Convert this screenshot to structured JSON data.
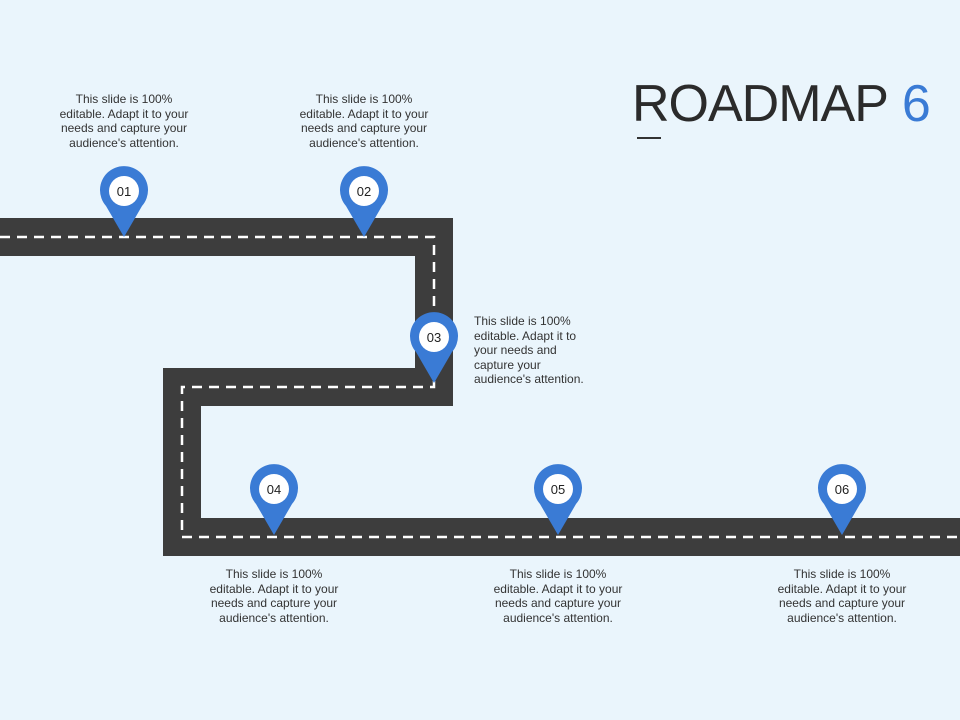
{
  "title": {
    "text": "ROADMAP",
    "number": "6"
  },
  "colors": {
    "road": "#3d3d3d",
    "pin": "#3a7bd5",
    "background": "#eaf5fc",
    "title_accent": "#3a7bd5"
  },
  "milestones": [
    {
      "label": "01",
      "text": "This slide is 100% editable. Adapt it to your needs and capture your audience's attention."
    },
    {
      "label": "02",
      "text": "This slide is 100% editable. Adapt it to your needs and capture your audience's attention."
    },
    {
      "label": "03",
      "text": "This slide is 100% editable. Adapt it to your needs and capture your audience's attention."
    },
    {
      "label": "04",
      "text": "This slide is 100% editable. Adapt it to your needs and capture your audience's attention."
    },
    {
      "label": "05",
      "text": "This slide is 100% editable. Adapt it to your needs and capture your audience's attention."
    },
    {
      "label": "06",
      "text": "This slide is 100% editable. Adapt it to your needs and capture your audience's attention."
    }
  ]
}
